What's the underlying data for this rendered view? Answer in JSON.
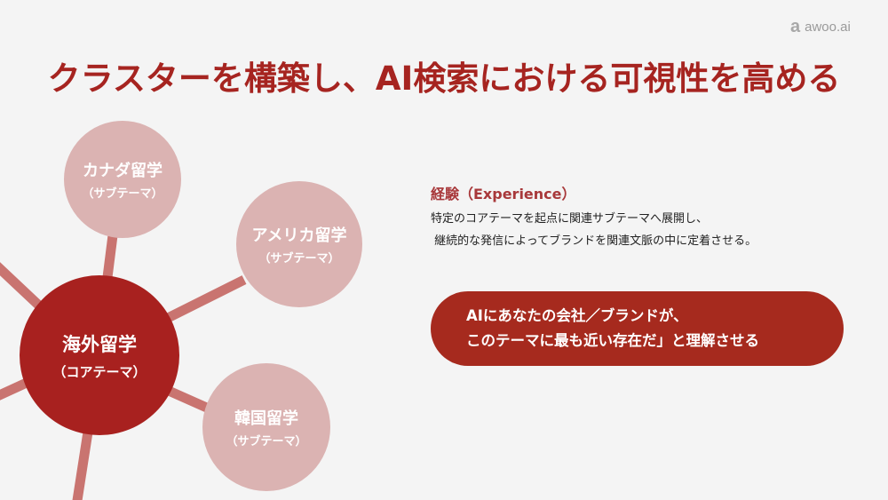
{
  "logo": {
    "mark": "a",
    "text": "awoo.ai"
  },
  "title": "クラスターを構築し、AI検索における可視性を高める",
  "diagram": {
    "core": {
      "label": "海外留学",
      "sub": "（コアテーマ）"
    },
    "subthemes": [
      {
        "label": "カナダ留学",
        "sub": "（サブテーマ）"
      },
      {
        "label": "アメリカ留学",
        "sub": "（サブテーマ）"
      },
      {
        "label": "韓国留学",
        "sub": "（サブテーマ）"
      }
    ]
  },
  "experience": {
    "heading": "経験（Experience）",
    "lines": [
      "特定のコアテーマを起点に関連サブテーマへ展開し、",
      " 継続的な発信によってブランドを関連文脈の中に定着させる。"
    ]
  },
  "callout": {
    "lines": [
      "AIにあなたの会社／ブランドが、",
      "このテーマに最も近い存在だ」と理解させる"
    ]
  },
  "colors": {
    "accent": "#a62420",
    "core": "#a8211f",
    "sub": "#dbb3b2",
    "connector": "#c97470",
    "pill": "#a62a1e"
  }
}
